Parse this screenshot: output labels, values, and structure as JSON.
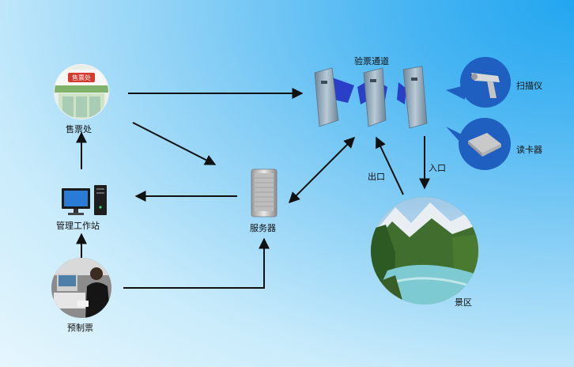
{
  "nodes": {
    "ticket_office": {
      "label": "售票处",
      "sign": "售票处"
    },
    "workstation": {
      "label": "管理工作站"
    },
    "preprint": {
      "label": "预制票"
    },
    "server": {
      "label": "服务器"
    },
    "gate": {
      "label": "验票通道"
    },
    "scanner": {
      "label": "扫描仪"
    },
    "card_reader": {
      "label": "读卡器"
    },
    "scenic": {
      "label": "景区"
    }
  },
  "edges": {
    "exit": "出口",
    "entry": "入口"
  },
  "colors": {
    "arrow": "#111111",
    "device_circle": "#1e5fc0",
    "gate_body": "#8fa6b8",
    "gate_flap": "#2a3fc8"
  }
}
